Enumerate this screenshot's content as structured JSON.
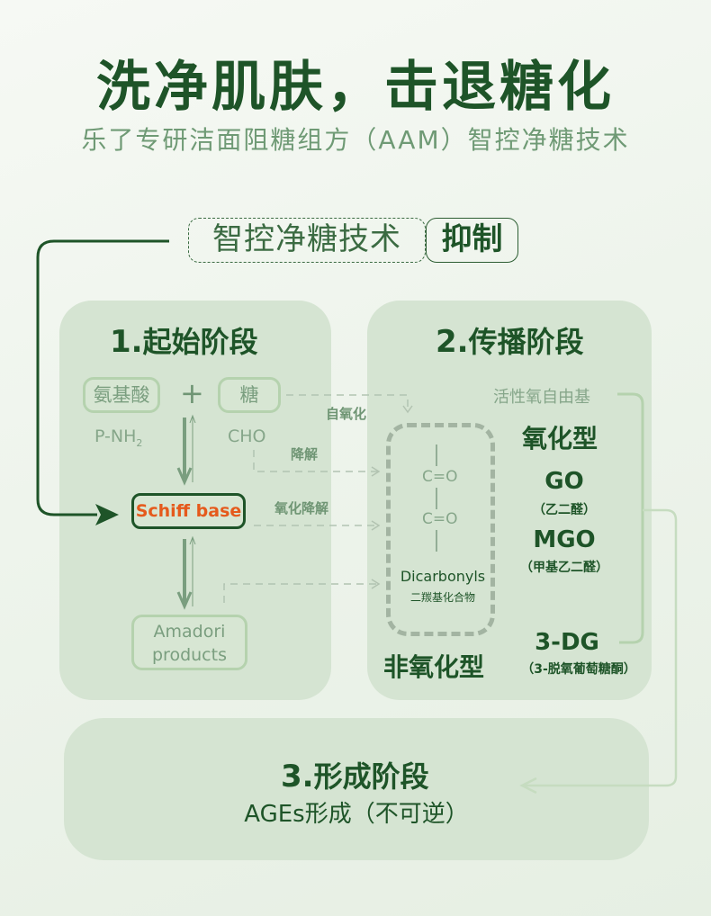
{
  "header": {
    "title": "洗净肌肤，击退糖化",
    "subtitle": "乐了专研洁面阻糖组方（AAM）智控净糖技术"
  },
  "technology": {
    "name": "智控净糖技术",
    "action": "抑制"
  },
  "stage1": {
    "number": "1.",
    "title": "起始阶段",
    "amino_acid": "氨基酸",
    "plus": "+",
    "sugar": "糖",
    "amino_formula": "P-NH",
    "amino_subscript": "2",
    "sugar_formula": "CHO",
    "schiff_base": "Schiff base",
    "amadori_line1": "Amadori",
    "amadori_line2": "products"
  },
  "pathways": {
    "auto_oxidation": "自氧化",
    "degradation": "降解",
    "oxidative_degradation": "氧化降解"
  },
  "stage2": {
    "number": "2.",
    "title": "传播阶段",
    "ros": "活性氧自由基",
    "oxidative_type": "氧化型",
    "non_oxidative_type": "非氧化型",
    "dicarbonyl_structure": [
      "C=O",
      "C=O"
    ],
    "dicarbonyl_en": "Dicarbonyls",
    "dicarbonyl_cn": "二羰基化合物",
    "compounds": [
      {
        "abbr": "GO",
        "name": "（乙二醛）"
      },
      {
        "abbr": "MGO",
        "name": "（甲基乙二醛）"
      },
      {
        "abbr": "3-DG",
        "name": "（3-脱氧葡萄糖酮）"
      }
    ]
  },
  "stage3": {
    "number": "3.",
    "title": "形成阶段",
    "description": "AGEs形成（不可逆）"
  },
  "colors": {
    "primary_green": "#1e5428",
    "panel_bg": "#d5e4d2",
    "highlight_orange": "#e55a1c",
    "connector_light": "#b5d2ae"
  }
}
